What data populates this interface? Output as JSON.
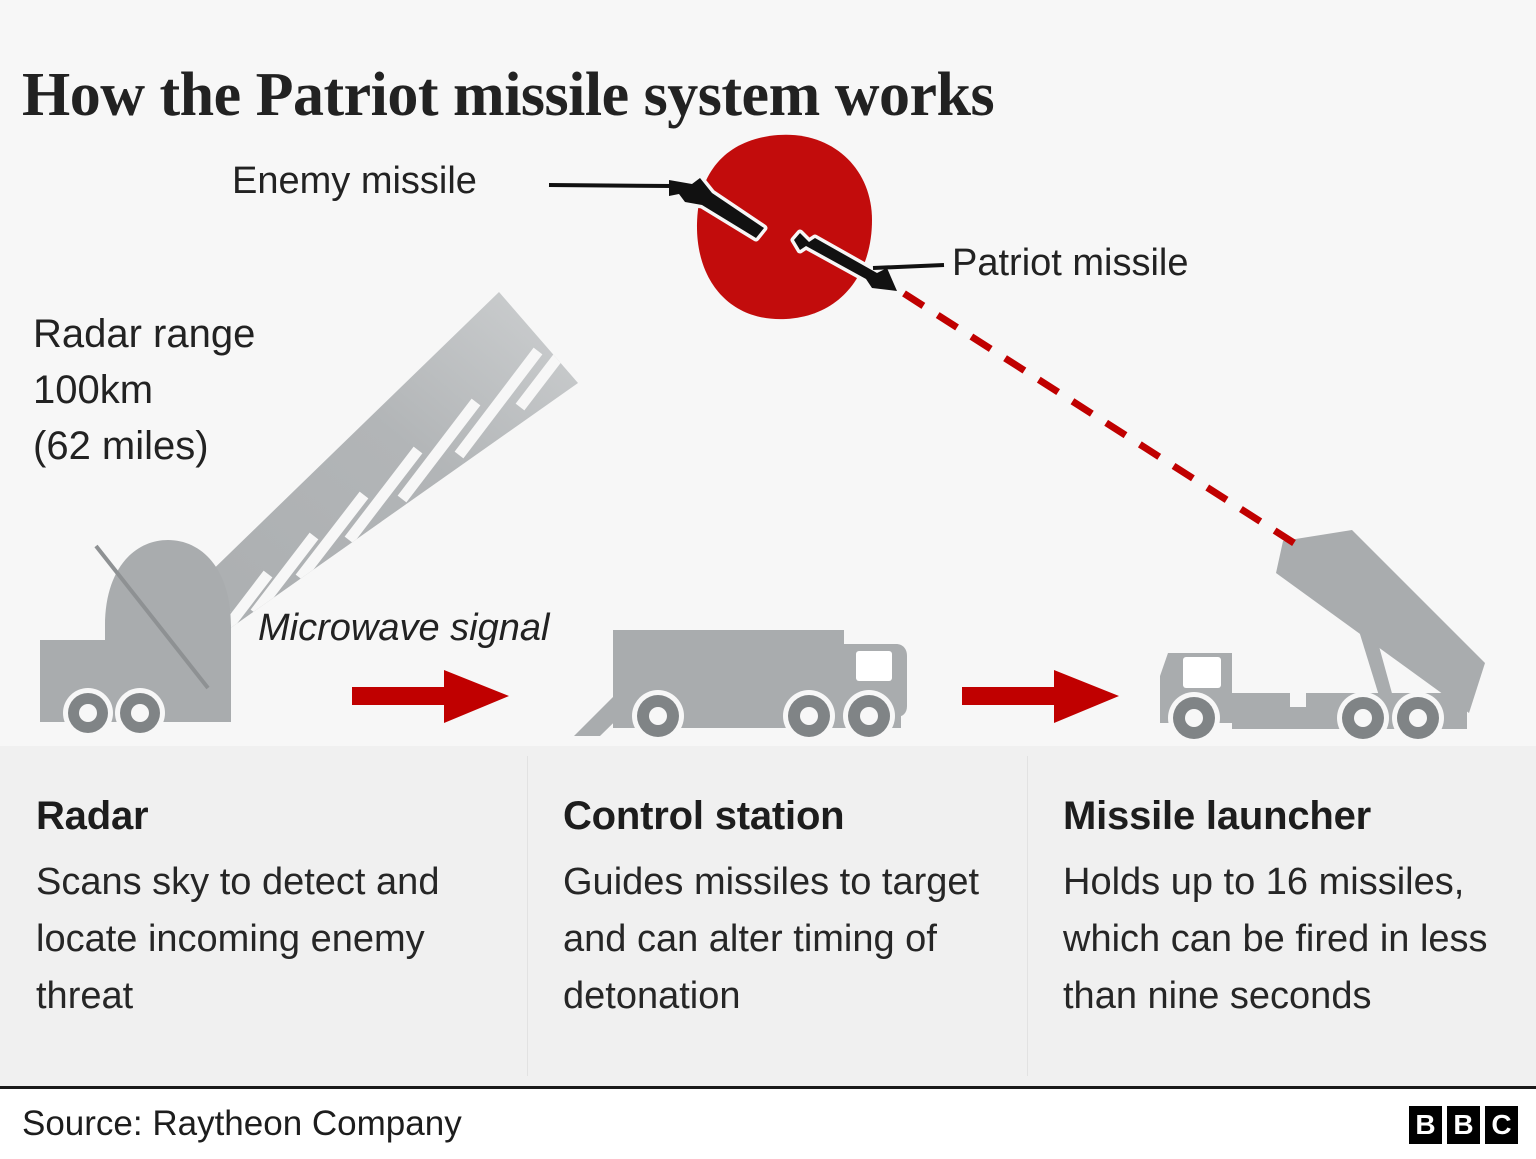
{
  "title": "How the Patriot missile system works",
  "annotations": {
    "enemy_missile": "Enemy missile",
    "patriot_missile": "Patriot missile",
    "radar_range": "Radar range 100km (62 miles)",
    "radar_range_line1": "Radar range",
    "radar_range_line2": "100km",
    "radar_range_line3": "(62 miles)",
    "microwave_signal": "Microwave signal"
  },
  "components": [
    {
      "id": "radar",
      "title": "Radar",
      "body": "Scans sky to detect and locate incoming enemy threat",
      "icon": "radar-truck-icon"
    },
    {
      "id": "control-station",
      "title": "Control station",
      "body": "Guides missiles to target and can alter timing of detonation",
      "icon": "box-truck-icon"
    },
    {
      "id": "missile-launcher",
      "title": "Missile launcher",
      "body": "Holds up to 16 missiles, which can be fired in less than nine seconds",
      "icon": "launcher-truck-icon"
    }
  ],
  "footer": {
    "source": "Source: Raytheon Company",
    "logo_letters": [
      "B",
      "B",
      "C"
    ]
  },
  "colors": {
    "accent_red": "#c00000",
    "explosion_red": "#c20c0c",
    "vehicle_gray": "#a9acae",
    "beam_gray": "#b7babc",
    "background": "#f7f7f7",
    "panel_background": "#f0f0f0",
    "text": "#222222",
    "rule": "#1a1a1a"
  },
  "diagram": {
    "flow": [
      "radar",
      "control-station",
      "missile-launcher"
    ],
    "arrow_count": 2,
    "missiles": [
      "enemy-missile",
      "patriot-missile"
    ],
    "trajectory": "dashed red line from launcher to explosion"
  }
}
